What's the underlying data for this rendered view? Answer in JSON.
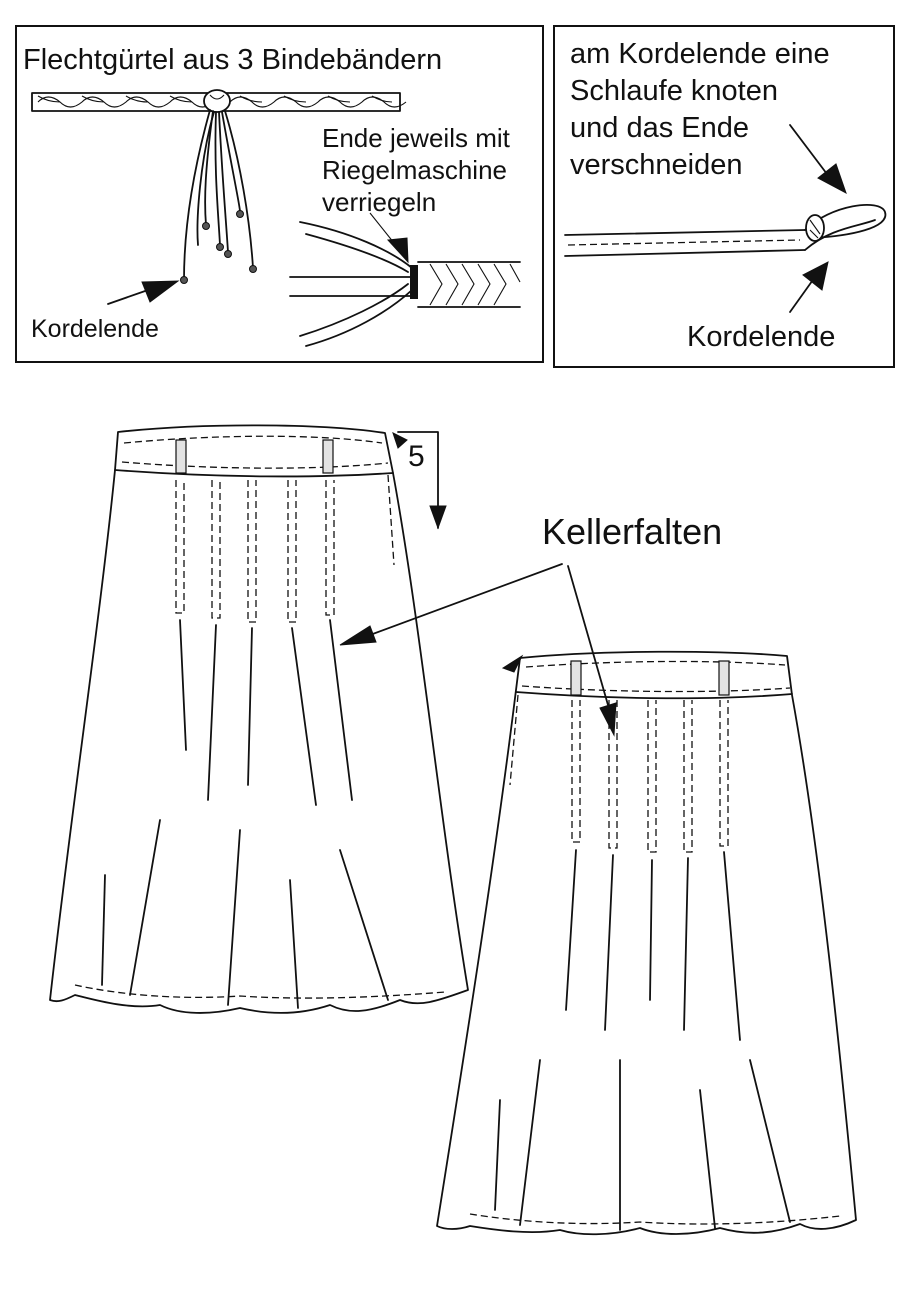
{
  "belt_panel": {
    "title": "Flechtgürtel aus 3 Bindebändern",
    "bartack_note": [
      "Ende jeweils mit",
      "Riegelmaschine",
      "verriegeln"
    ],
    "cord_end_label": "Kordelende"
  },
  "loop_panel": {
    "instruction": [
      "am Kordelende eine",
      "Schlaufe knoten",
      "und das Ende",
      "verschneiden"
    ],
    "cord_end_label": "Kordelende"
  },
  "skirt": {
    "dimension_value": "5",
    "pleats_label": "Kellerfalten"
  }
}
